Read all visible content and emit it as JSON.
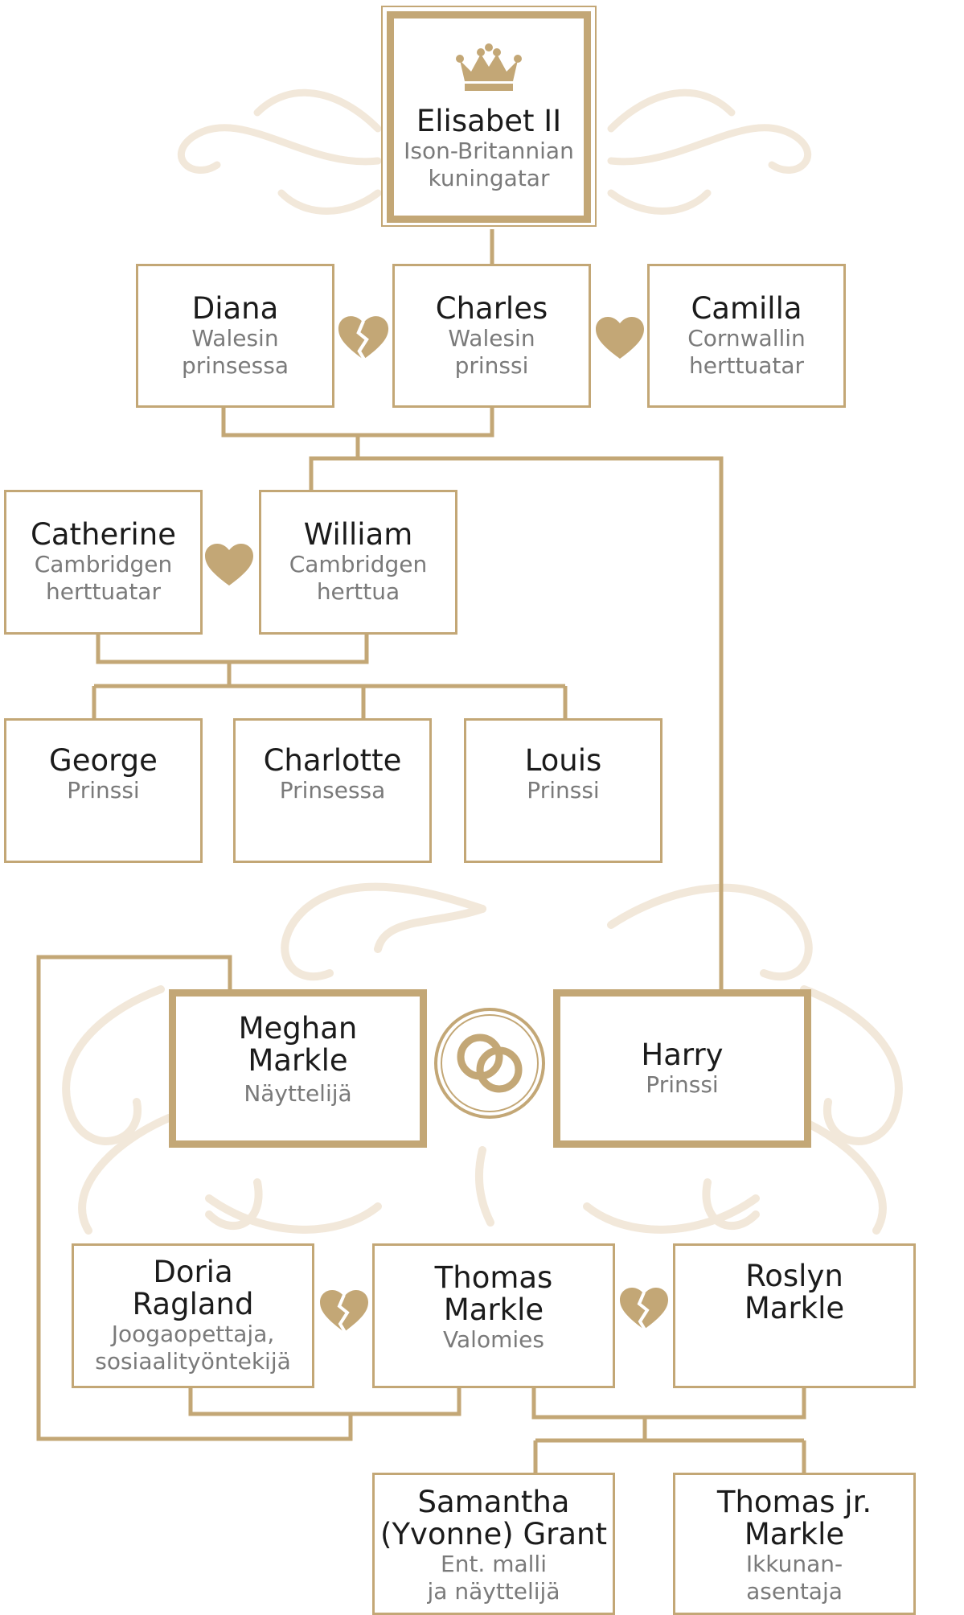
{
  "colors": {
    "gold": "#c3a776",
    "heart": "#c3a776",
    "ornament": "#f2e8da",
    "name_text": "#1b1b1b",
    "sub_text": "#7a7a7a"
  },
  "people": {
    "elisabet": {
      "name": "Elisabet II",
      "title": "Ison-Britannian\nkuningatar"
    },
    "diana": {
      "name": "Diana",
      "title": "Walesin\nprinsessa"
    },
    "charles": {
      "name": "Charles",
      "title": "Walesin\nprinssi"
    },
    "camilla": {
      "name": "Camilla",
      "title": "Cornwallin\nherttuatar"
    },
    "catherine": {
      "name": "Catherine",
      "title": "Cambridgen\nherttuatar"
    },
    "william": {
      "name": "William",
      "title": "Cambridgen\nherttua"
    },
    "george": {
      "name": "George",
      "title": "Prinssi"
    },
    "charlotte": {
      "name": "Charlotte",
      "title": "Prinsessa"
    },
    "louis": {
      "name": "Louis",
      "title": "Prinssi"
    },
    "meghan": {
      "name": "Meghan\nMarkle",
      "title": "Näyttelijä"
    },
    "harry": {
      "name": "Harry",
      "title": "Prinssi"
    },
    "doria": {
      "name": "Doria\nRagland",
      "title": "Joogaopettaja,\nsosiaalityöntekijä"
    },
    "thomas": {
      "name": "Thomas\nMarkle",
      "title": "Valomies"
    },
    "roslyn": {
      "name": "Roslyn\nMarkle",
      "title": ""
    },
    "samantha": {
      "name": "Samantha\n(Yvonne) Grant",
      "title": "Ent. malli\nja näyttelijä"
    },
    "thomas_jr": {
      "name": "Thomas jr.\nMarkle",
      "title": "Ikkunan-\nasentaja"
    }
  },
  "relations": [
    {
      "between": "diana-charles",
      "icon": "broken-heart-icon"
    },
    {
      "between": "charles-camilla",
      "icon": "heart-icon"
    },
    {
      "between": "catherine-william",
      "icon": "heart-icon"
    },
    {
      "between": "meghan-harry",
      "icon": "wedding-rings-icon"
    },
    {
      "between": "doria-thomas",
      "icon": "broken-heart-icon"
    },
    {
      "between": "thomas-roslyn",
      "icon": "broken-heart-icon"
    }
  ]
}
